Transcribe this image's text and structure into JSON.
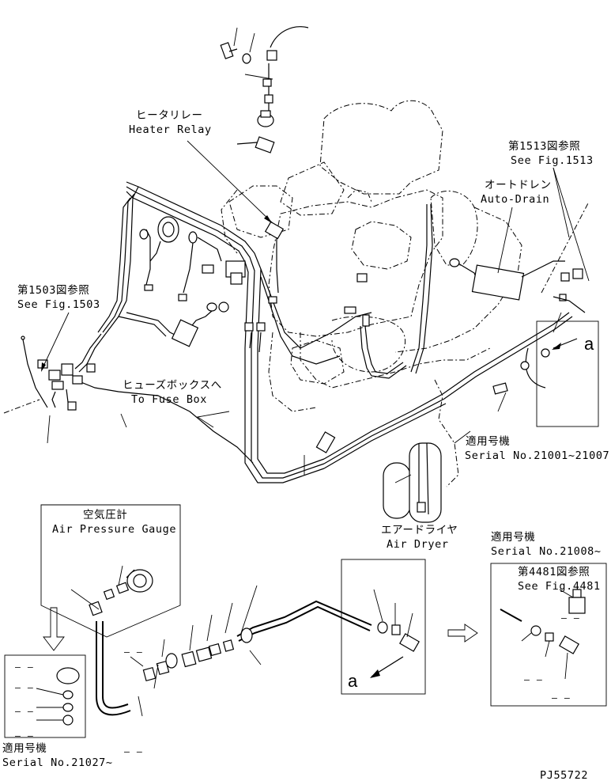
{
  "labels": {
    "heater_relay_jp": "ヒータリレー",
    "heater_relay_en": "Heater Relay",
    "ref_1513_jp": "第1513図参照",
    "ref_1513_en": "See Fig.1513",
    "auto_drain_jp": "オートドレン",
    "auto_drain_en": "Auto-Drain",
    "ref_1503_jp": "第1503図参照",
    "ref_1503_en": "See Fig.1503",
    "fuse_box_jp": "ヒューズボックスへ",
    "fuse_box_en": "To Fuse Box",
    "serial_top_jp": "適用号機",
    "serial_top_en": "Serial No.21001~21007",
    "air_dryer_jp": "エアードライヤ",
    "air_dryer_en": "Air Dryer",
    "gauge_jp": "空気圧計",
    "gauge_en": "Air Pressure Gauge",
    "serial_mid_jp": "適用号機",
    "serial_mid_en": "Serial No.21008~",
    "ref_4481_jp": "第4481図参照",
    "ref_4481_en": "See Fig.4481",
    "serial_bottom_jp": "適用号機",
    "serial_bottom_en": "Serial No.21027~",
    "detail_a_top": "a",
    "detail_a_bottom": "a",
    "dash_1": "– –",
    "dash_2": "– –",
    "dash_3": "– –",
    "dash_4": "– –",
    "dash_5": "– –",
    "dash_6": "– –",
    "dash_7": "– –",
    "dash_8": "– –",
    "dash_9": "– –",
    "drawing_number": "PJ55722"
  }
}
